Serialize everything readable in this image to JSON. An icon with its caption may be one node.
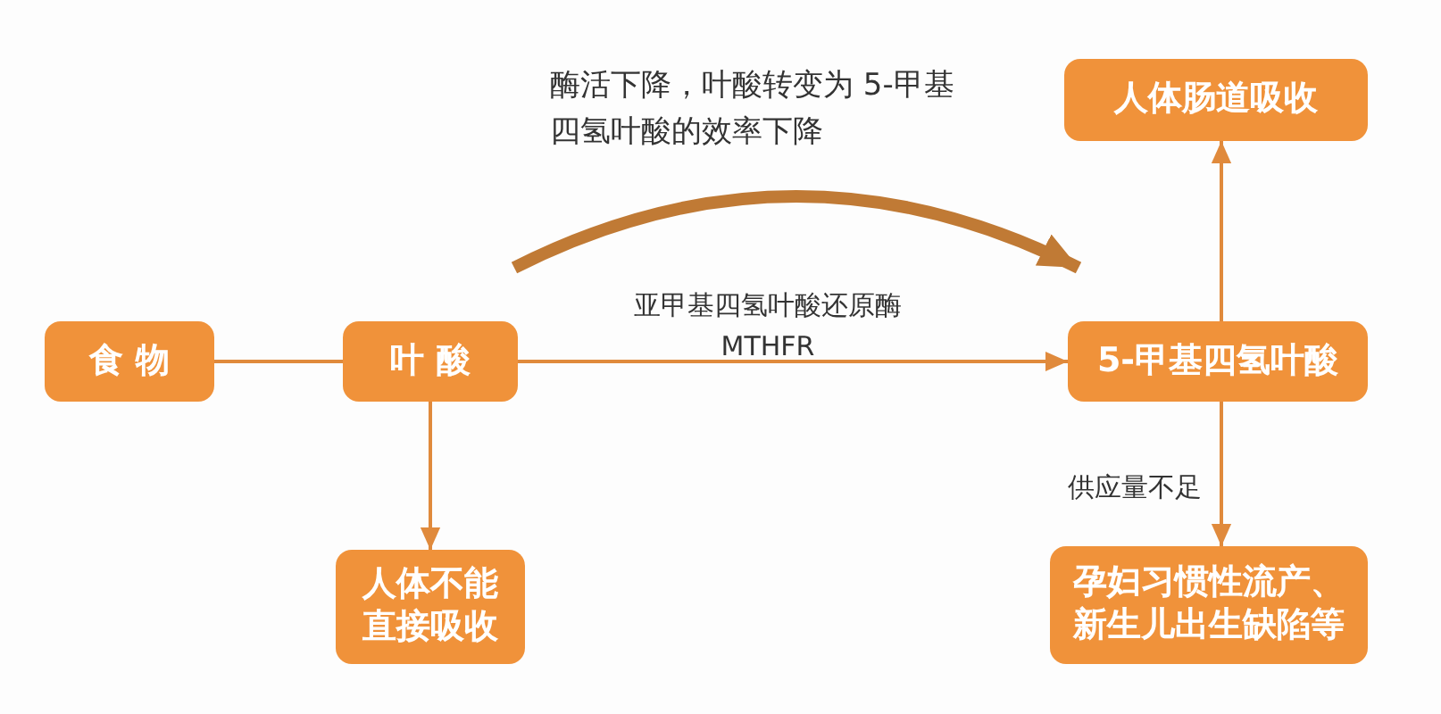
{
  "diagram": {
    "nodes": [
      {
        "text": [
          "食 物"
        ]
      },
      {
        "text": [
          "叶 酸"
        ]
      },
      {
        "text": [
          "5-甲基四氢叶酸"
        ]
      },
      {
        "text": [
          "人体不能直接吸收"
        ]
      },
      {
        "text": [
          "人体肠道吸收"
        ]
      },
      {
        "text": [
          "孕妇习惯性流产、新生儿出生缺陷等"
        ]
      }
    ],
    "edges": [
      {
        "from": 0,
        "to": 1,
        "arrow": "none"
      },
      {
        "from": 1,
        "to": 2,
        "arrow": "to",
        "label": "亚甲基四氢叶酸还原酶 MTHFR"
      },
      {
        "from": 1,
        "to": 2,
        "arrow": "to",
        "label": "酶活下降，叶酸转变为 5-甲基四氢叶酸的效率下降",
        "style": "thick",
        "color": "#c07a35"
      },
      {
        "from": 1,
        "to": 3,
        "arrow": "to"
      },
      {
        "from": 2,
        "to": 4,
        "arrow": "to"
      },
      {
        "from": 2,
        "to": 5,
        "arrow": "to",
        "label": "供应量不足"
      }
    ]
  }
}
